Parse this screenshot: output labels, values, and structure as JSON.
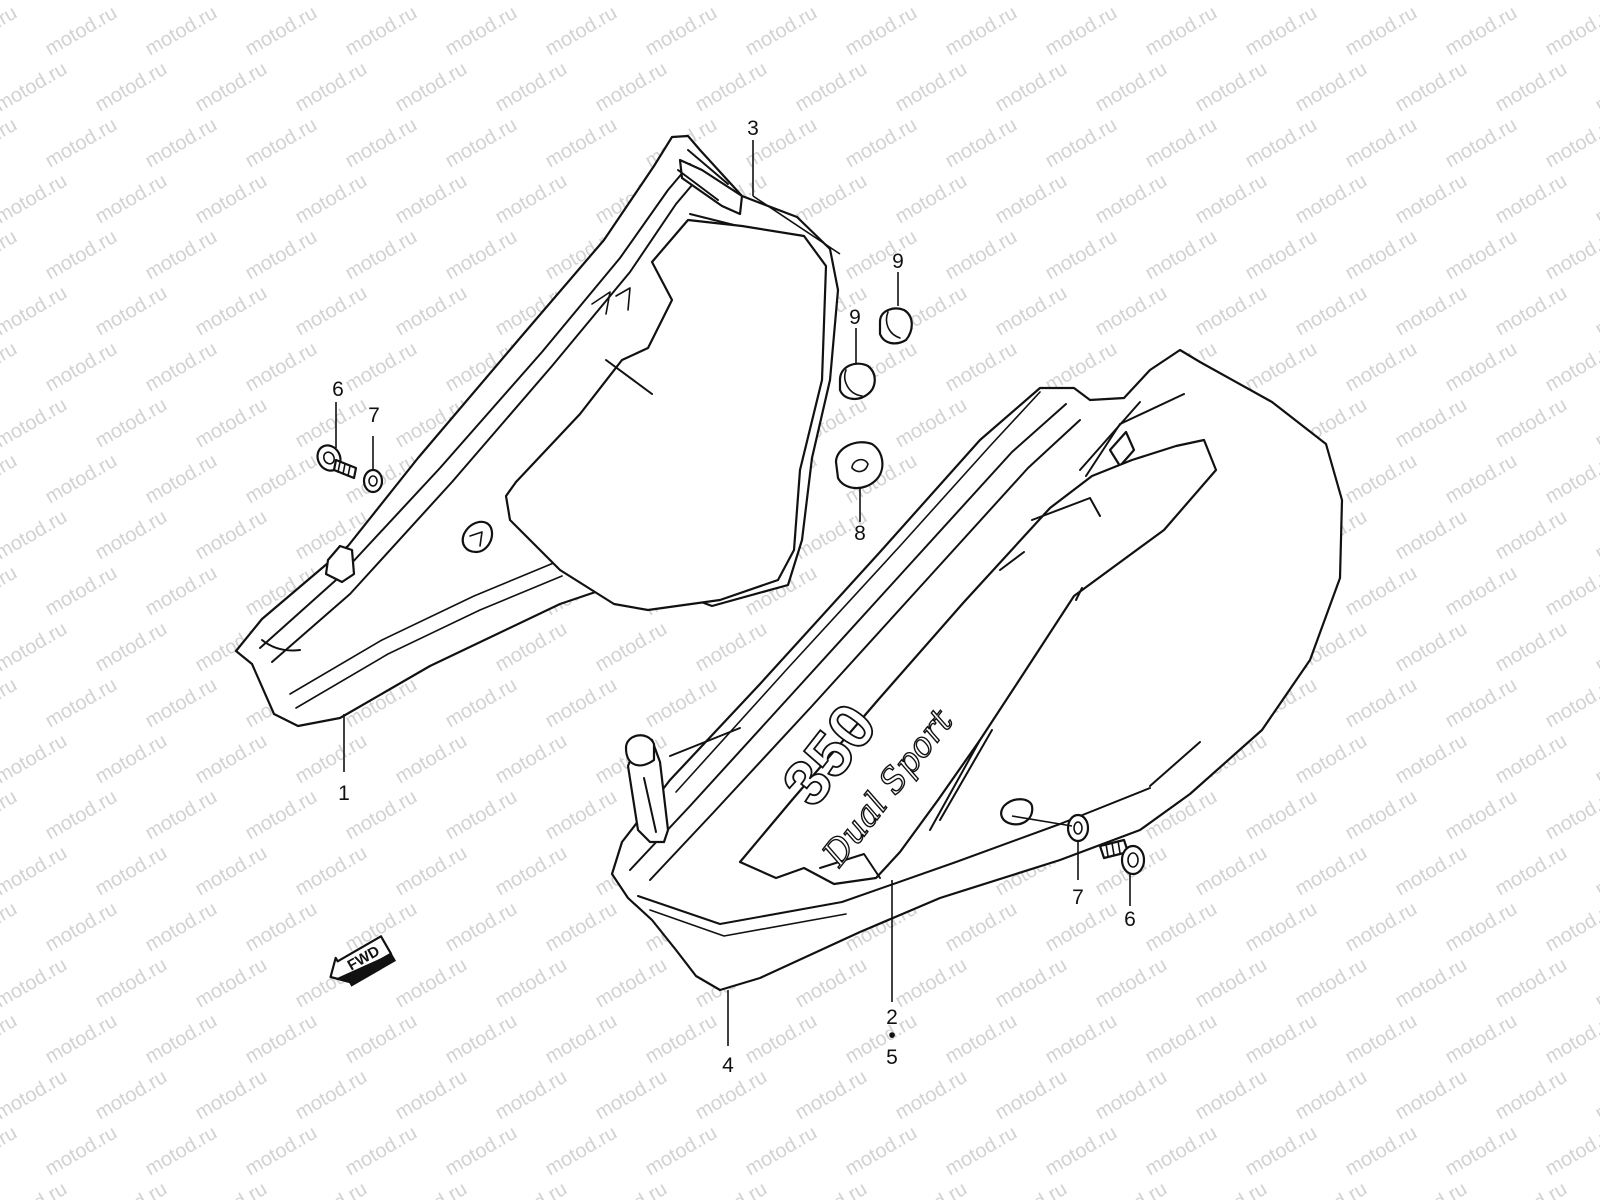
{
  "watermark": {
    "text": "motod.ru"
  },
  "callouts": {
    "c1": "1",
    "c3": "3",
    "c4": "4",
    "c2": "2",
    "c2_sep": "•",
    "c5": "5",
    "c6_left": "6",
    "c7_left": "7",
    "c6_right": "6",
    "c7_right": "7",
    "c8": "8",
    "c9_top": "9",
    "c9_mid": "9"
  },
  "decal": {
    "number": "350",
    "script": "Dual Sport"
  },
  "direction_marker": {
    "label": "FWD"
  }
}
